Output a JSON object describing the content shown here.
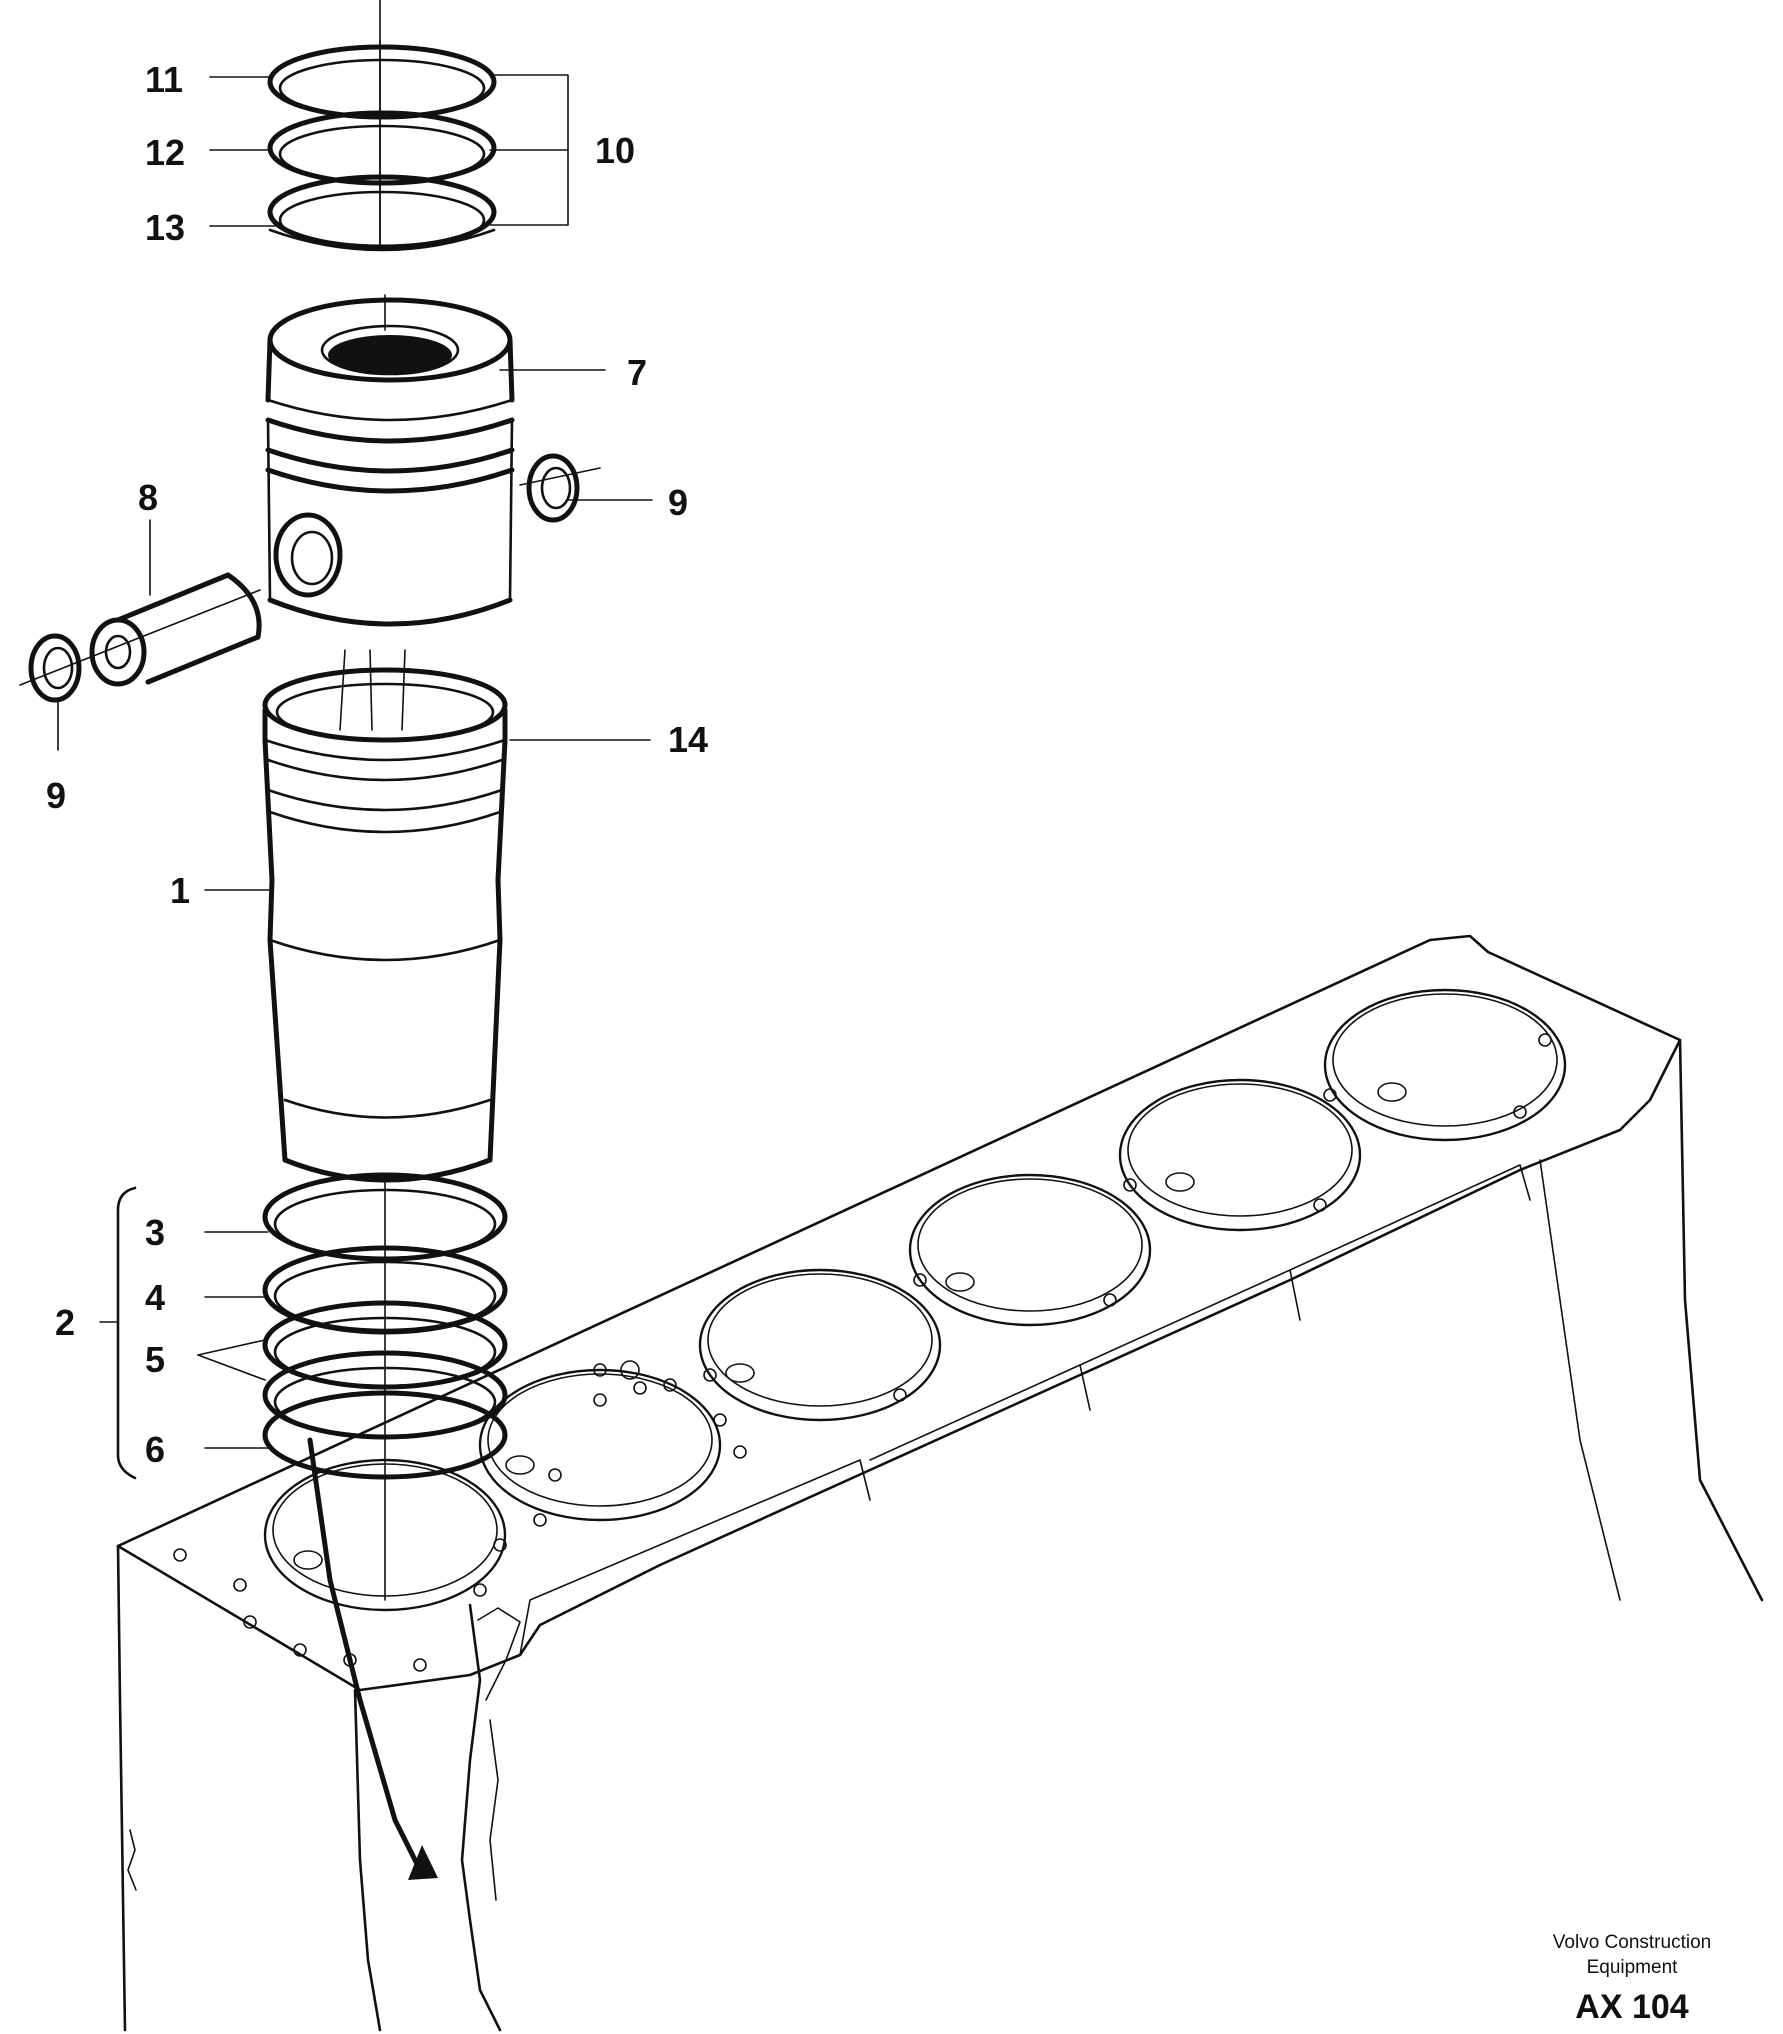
{
  "callouts": {
    "c1": "1",
    "c2": "2",
    "c3": "3",
    "c4": "4",
    "c5": "5",
    "c6": "6",
    "c7": "7",
    "c8": "8",
    "c9a": "9",
    "c9b": "9",
    "c10": "10",
    "c11": "11",
    "c12": "12",
    "c13": "13",
    "c14": "14"
  },
  "footer": {
    "company_line1": "Volvo Construction",
    "company_line2": "Equipment",
    "figure_code": "AX 104"
  },
  "colors": {
    "ink": "#111111",
    "paper": "#ffffff"
  }
}
